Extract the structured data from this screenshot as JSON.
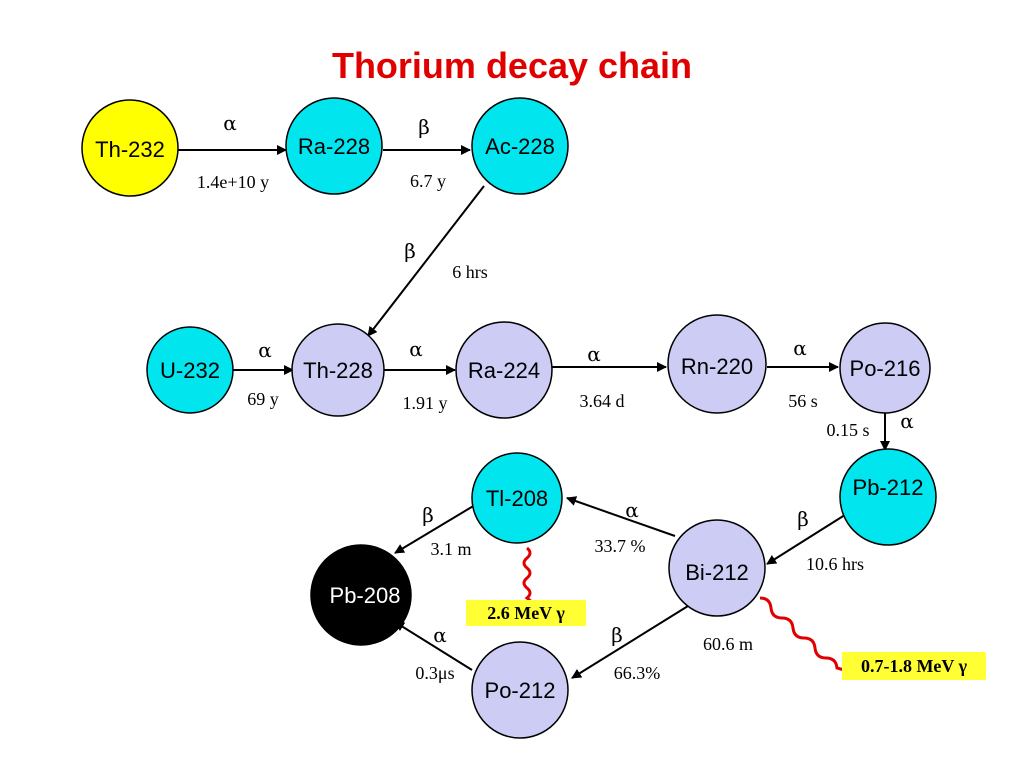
{
  "title": "Thorium decay chain",
  "colors": {
    "title": "#e00000",
    "parent": "#ffff00",
    "cyan": "#00e5ee",
    "lavender": "#ccccf5",
    "stable": "#000000",
    "gamma_box": "#ffff33",
    "gamma_wave": "#e00000"
  },
  "nuclides": {
    "th232": "Th-232",
    "ra228": "Ra-228",
    "ac228": "Ac-228",
    "u232": "U-232",
    "th228": "Th-228",
    "ra224": "Ra-224",
    "rn220": "Rn-220",
    "po216": "Po-216",
    "pb212": "Pb-212",
    "tl208": "Tl-208",
    "bi212": "Bi-212",
    "pb208": "Pb-208",
    "po212": "Po-212"
  },
  "decays": {
    "th232_ra228": {
      "mode": "α",
      "half_life": "1.4e+10 y"
    },
    "ra228_ac228": {
      "mode": "β",
      "half_life": "6.7 y"
    },
    "ac228_th228": {
      "mode": "β",
      "half_life": "6 hrs"
    },
    "u232_th228": {
      "mode": "α",
      "half_life": "69 y"
    },
    "th228_ra224": {
      "mode": "α",
      "half_life": "1.91 y"
    },
    "ra224_rn220": {
      "mode": "α",
      "half_life": "3.64 d"
    },
    "rn220_po216": {
      "mode": "α",
      "half_life": "56 s"
    },
    "po216_pb212": {
      "mode": "α",
      "half_life": "0.15 s"
    },
    "pb212_bi212": {
      "mode": "β",
      "half_life": "10.6 hrs"
    },
    "bi212_tl208": {
      "mode": "α",
      "branch": "33.7 %"
    },
    "bi212_po212": {
      "mode": "β",
      "branch": "66.3%"
    },
    "bi212_half_life": "60.6 m",
    "tl208_pb208": {
      "mode": "β",
      "half_life": "3.1 m"
    },
    "po212_pb208": {
      "mode": "α",
      "half_life": "0.3μs"
    }
  },
  "gamma": {
    "tl208": "2.6 MeV γ",
    "bi212": "0.7-1.8 MeV γ"
  }
}
